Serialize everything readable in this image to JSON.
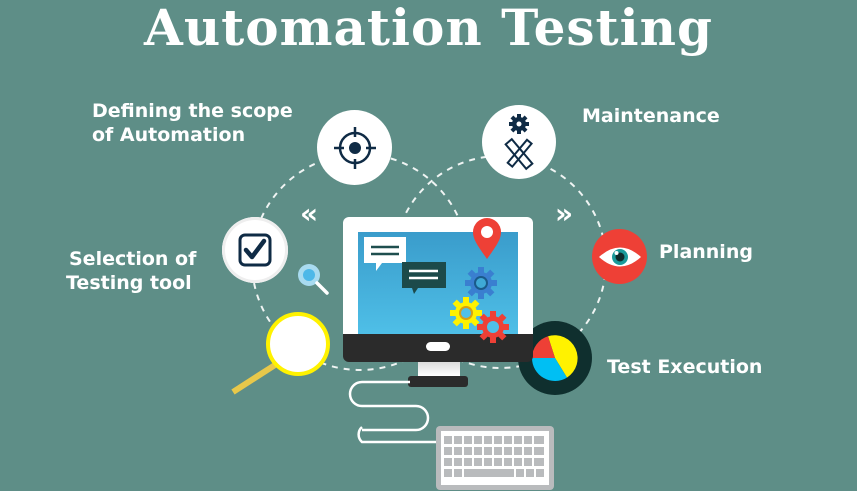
{
  "title": "Automation Testing",
  "colors": {
    "background": "#5E8E87",
    "white": "#FFFFFF",
    "navy": "#0F2B45",
    "red": "#EE4036",
    "yellow": "#FFF200",
    "cyan": "#00BFF3",
    "monitor_dark": "#2B2B2B",
    "screen_blue": "#3FA9D6"
  },
  "steps": [
    {
      "label_line1": "Defining the scope",
      "label_line2": "of Automation",
      "icon": "target-icon"
    },
    {
      "label_line1": "Maintenance",
      "label_line2": "",
      "icon": "gear-tools-icon"
    },
    {
      "label_line1": "Selection of",
      "label_line2": "Testing tool",
      "icon": "checkbox-icon"
    },
    {
      "label_line1": "Planning",
      "label_line2": "",
      "icon": "eye-icon"
    },
    {
      "label_line1": "Test Execution",
      "label_line2": "",
      "icon": "pie-chart-icon"
    }
  ],
  "arrows": {
    "left": "«",
    "right": "»"
  }
}
